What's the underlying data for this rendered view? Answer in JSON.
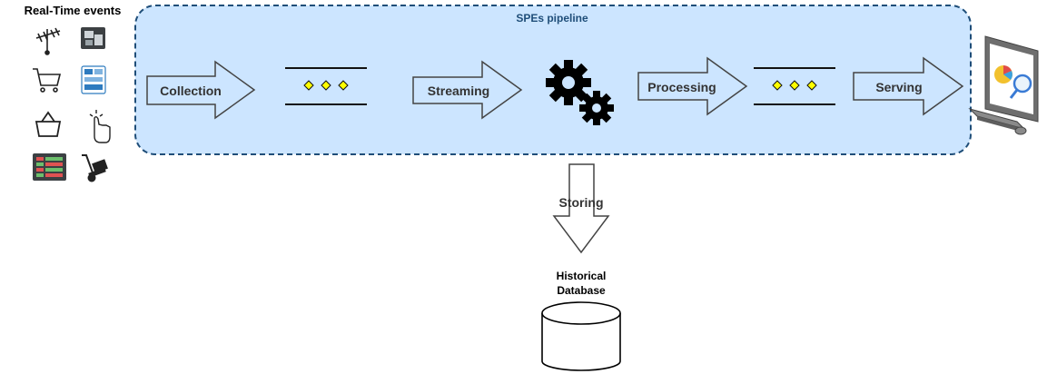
{
  "sidebar": {
    "title": "Real-Time events",
    "icons": [
      "antenna-icon",
      "iot-device-icon",
      "shopping-cart-icon",
      "dashboard-panel-icon",
      "shopping-basket-icon",
      "pointer-click-icon",
      "spreadsheet-icon",
      "hand-truck-icon"
    ]
  },
  "pipeline": {
    "title": "SPEs pipeline",
    "stages": {
      "collection": "Collection",
      "streaming": "Streaming",
      "processing": "Processing",
      "serving": "Serving"
    }
  },
  "storage": {
    "arrow_label": "Storing",
    "db_label_line1": "Historical",
    "db_label_line2": "Database"
  },
  "colors": {
    "pipeline_fill": "#cce5ff",
    "pipeline_border": "#1f4e79",
    "pipeline_title": "#1f4e79",
    "arrow_stroke": "#444444",
    "queue_diamond": "#ffff00",
    "text": "#333333"
  }
}
